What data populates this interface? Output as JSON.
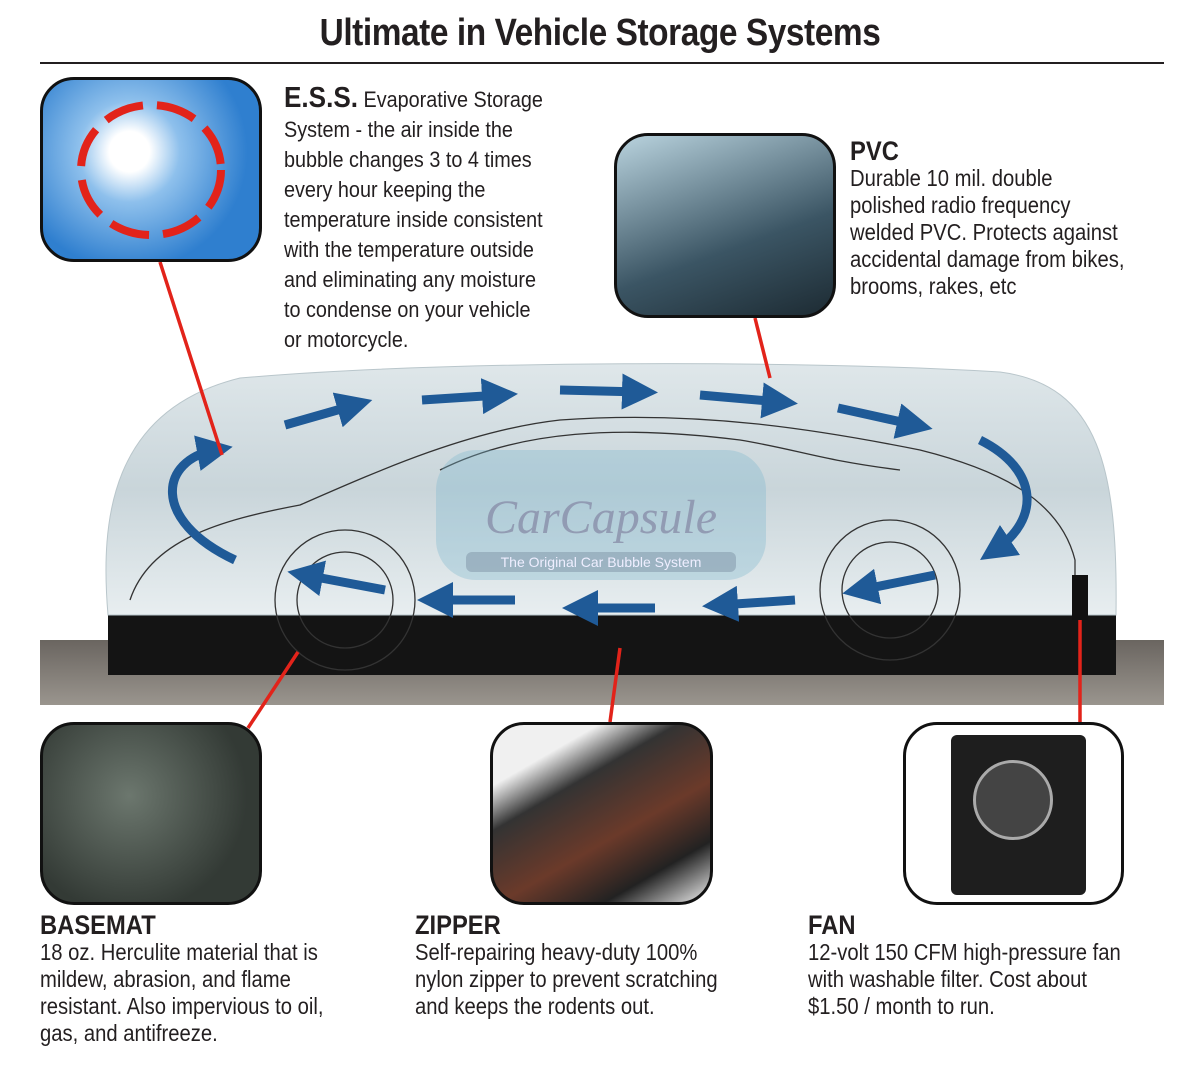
{
  "title": "Ultimate in Vehicle Storage Systems",
  "ess": {
    "heading": "E.S.S.",
    "lines": [
      "Evaporative Storage",
      "System - the air inside the",
      "bubble changes 3 to 4 times",
      "every hour keeping the",
      "temperature inside consistent",
      "with the temperature outside",
      "and eliminating any moisture",
      "to condense on your vehicle",
      "or motorcycle."
    ]
  },
  "pvc": {
    "heading": "PVC",
    "lines": [
      "Durable 10 mil. double",
      "polished radio frequency",
      "welded PVC. Protects against",
      "accidental damage from bikes,",
      "brooms, rakes, etc"
    ]
  },
  "basemat": {
    "heading": "BASEMAT",
    "lines": [
      "18 oz. Herculite material that is",
      "mildew, abrasion, and flame",
      "resistant.  Also impervious to oil,",
      "gas, and antifreeze."
    ]
  },
  "zipper": {
    "heading": "ZIPPER",
    "lines": [
      "Self-repairing heavy-duty 100%",
      "nylon zipper to prevent scratching",
      "and keeps the rodents out."
    ]
  },
  "fan": {
    "heading": "FAN",
    "lines": [
      "12-volt 150 CFM high-pressure fan",
      "with washable filter. Cost about",
      "$1.50 / month to run."
    ]
  },
  "logo": {
    "name": "CarCapsule",
    "tagline": "The Original Car Bubble System"
  },
  "colors": {
    "callout_line": "#e2231a",
    "airflow_arrow": "#1f5a97",
    "sky": "#3f86d0"
  }
}
